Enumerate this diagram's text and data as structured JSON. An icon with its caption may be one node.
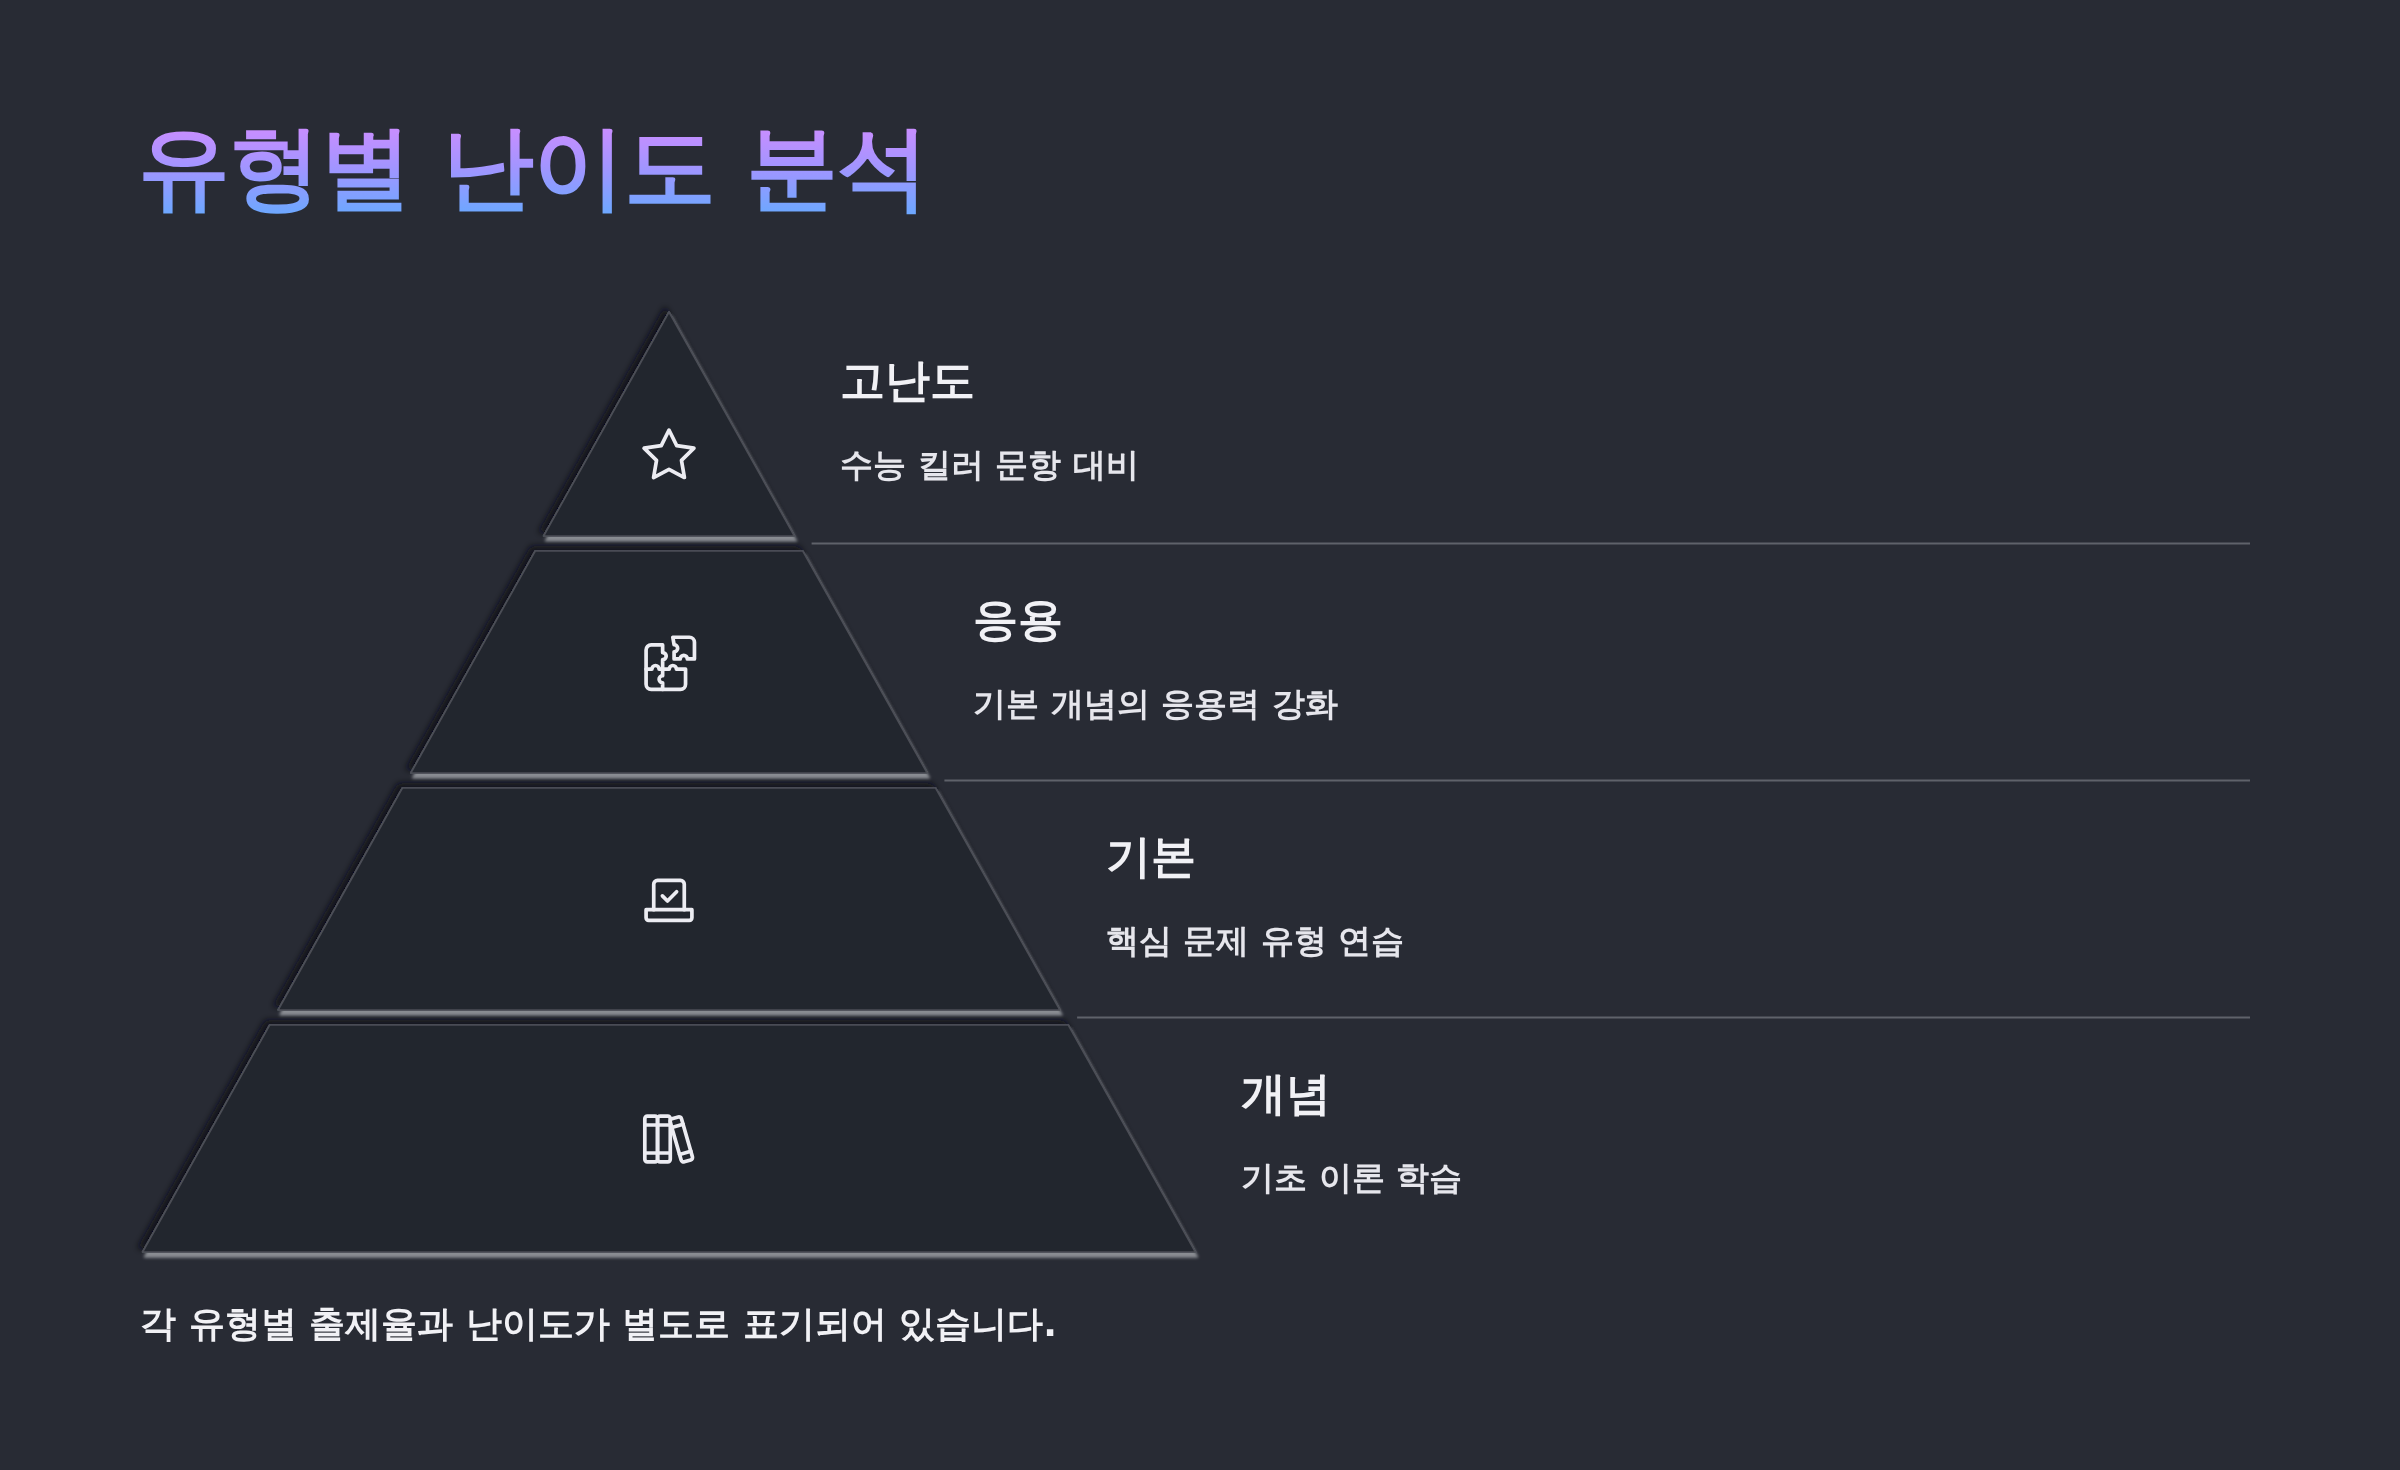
{
  "diagram": {
    "title": "유형별 난이도 분석",
    "nodes": [
      {
        "text": [
          "고난도",
          "수능 킬러 문항 대비"
        ]
      },
      {
        "text": [
          "응용",
          "기본 개념의 응용력 강화"
        ]
      },
      {
        "text": [
          "기본",
          "핵심 문제 유형 연습"
        ]
      },
      {
        "text": [
          "개념",
          "기초 이론 학습"
        ]
      }
    ],
    "caption": "각 유형별 출제율과 난이도가 별도로 표기되어 있습니다."
  }
}
